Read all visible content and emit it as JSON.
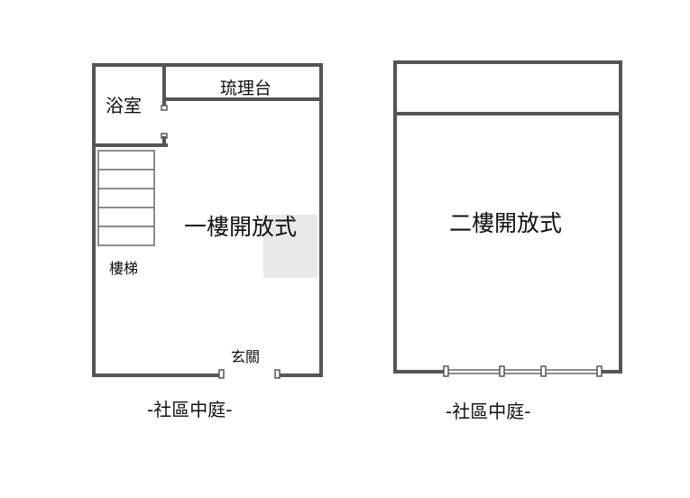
{
  "floor1": {
    "bathroom": "浴室",
    "counter": "琉理台",
    "open_space": "一樓開放式",
    "stairs": "樓梯",
    "entrance": "玄關",
    "courtyard": "-社區中庭-"
  },
  "floor2": {
    "open_space": "二樓開放式",
    "courtyard": "-社區中庭-"
  }
}
